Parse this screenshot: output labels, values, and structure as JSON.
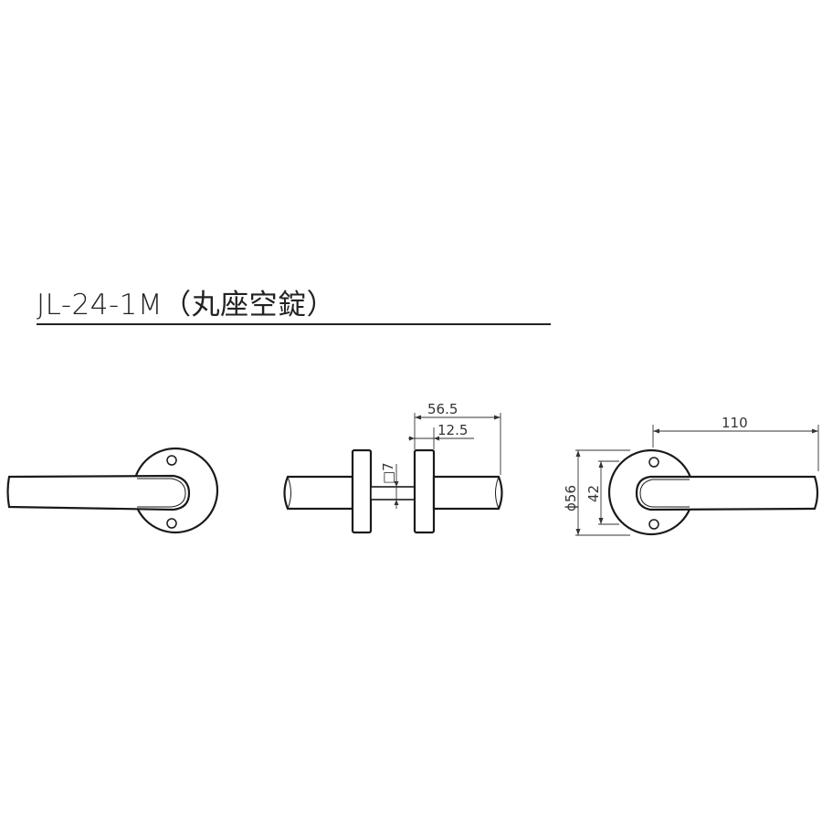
{
  "title": "JL-24-1M（丸座空錠）",
  "dimensions": {
    "overall_depth": "56.5",
    "rose_thickness": "12.5",
    "spindle_square": "□7",
    "lever_length": "110",
    "rose_diameter": "ϕ56",
    "screw_pitch": "42"
  },
  "colors": {
    "line": "#1a1a1a",
    "background": "#ffffff"
  }
}
